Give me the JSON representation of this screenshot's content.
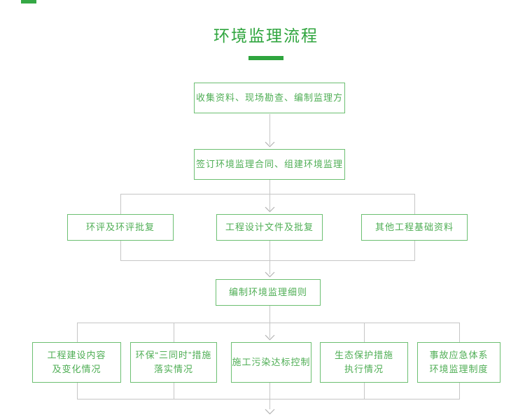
{
  "title": "环境监理流程",
  "colors": {
    "green_accent": "#2fa53e",
    "box_border": "#6cbf71",
    "box_text": "#4fae55",
    "connector_gray": "#c6c6c6",
    "arrow_gray": "#b3b3b3"
  },
  "steps": {
    "collect": "收集资料、现场勘查、编制监理方",
    "sign": "签订环境监理合同、组建环境监理",
    "detail": "编制环境监理细则"
  },
  "inputs": [
    "环评及环评批复",
    "工程设计文件及批复",
    "其他工程基础资料"
  ],
  "tasks": [
    {
      "line1": "工程建设内容",
      "line2": "及变化情况"
    },
    {
      "line1": "环保“三同时”措施",
      "line2": "落实情况"
    },
    {
      "line1": "施工污染达标控制",
      "line2": ""
    },
    {
      "line1": "生态保护措施",
      "line2": "执行情况"
    },
    {
      "line1": "事故应急体系",
      "line2": "环境监理制度"
    }
  ]
}
